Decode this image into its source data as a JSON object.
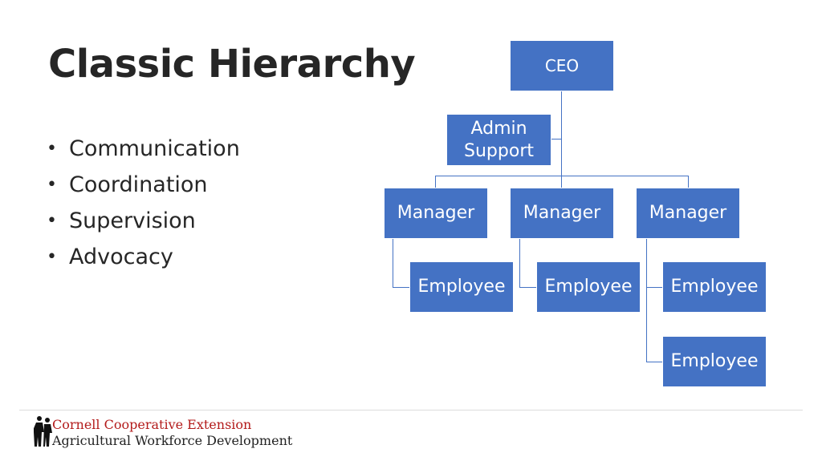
{
  "slide": {
    "title": "Classic Hierarchy",
    "bullets": [
      "Communication",
      "Coordination",
      "Supervision",
      "Advocacy"
    ],
    "bullet_char": "•"
  },
  "org_chart": {
    "ceo": "CEO",
    "admin": "Admin Support",
    "managers": [
      "Manager",
      "Manager",
      "Manager"
    ],
    "employees": [
      "Employee",
      "Employee",
      "Employee",
      "Employee"
    ],
    "box_color": "#4472c4",
    "text_color": "#ffffff"
  },
  "footer": {
    "org_name": "Cornell Cooperative Extension",
    "program": "Agricultural Workforce Development",
    "org_color": "#b31b1b"
  }
}
